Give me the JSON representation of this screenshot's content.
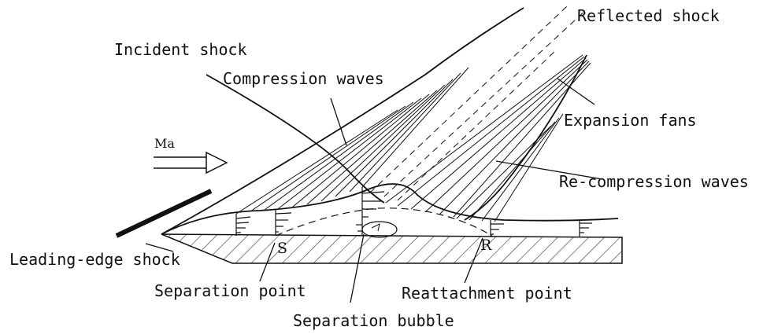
{
  "labels": {
    "reflected_shock": "Reflected shock",
    "incident_shock": "Incident shock",
    "compression_waves": "Compression waves",
    "expansion_fans": "Expansion fans",
    "mach": "Ma",
    "recompression_waves": "Re-compression waves",
    "leading_edge_shock": "Leading-edge shock",
    "separation_point_marker": "S",
    "reattachment_point_marker": "R",
    "separation_point": "Separation point",
    "reattachment_point": "Reattachment point",
    "separation_bubble": "Separation bubble"
  }
}
